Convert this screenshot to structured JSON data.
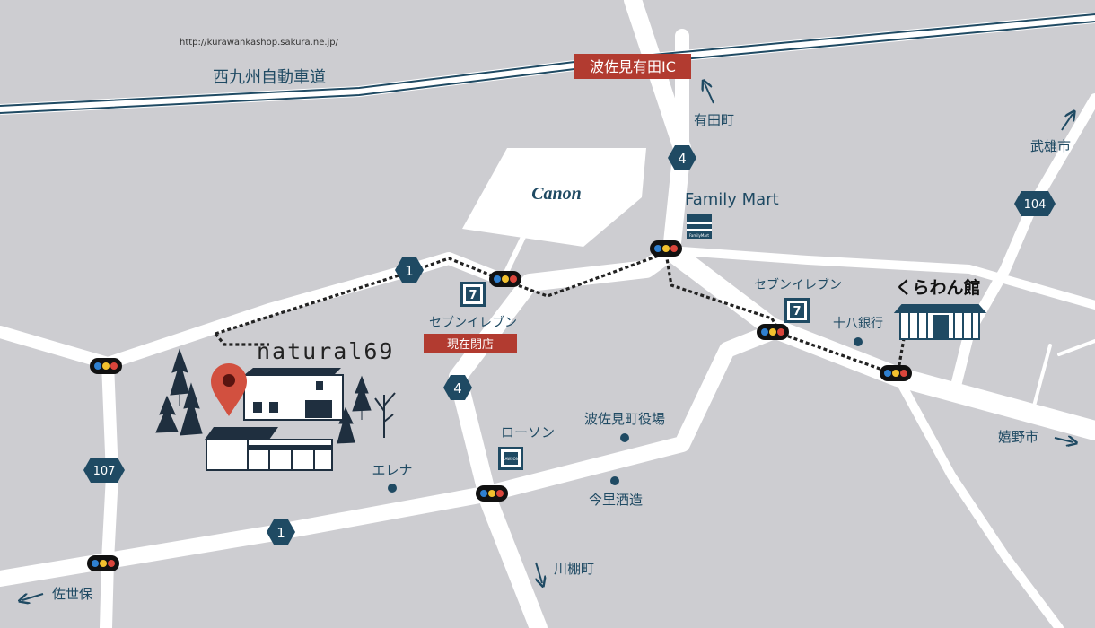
{
  "url": "http://kurawankashop.sakura.ne.jp/",
  "expressway": "西九州自動車道",
  "interchange": "波佐見有田IC",
  "directions": {
    "arita": "有田町",
    "takeo": "武雄市",
    "ureshino": "嬉野市",
    "kawatana": "川棚町",
    "sasebo": "佐世保"
  },
  "routes": {
    "r4_top": "4",
    "r4_mid": "4",
    "r1_top": "1",
    "r1_bottom": "1",
    "r104": "104",
    "r107": "107"
  },
  "places": {
    "canon": "Canon",
    "familymart": "Family Mart",
    "familymart_sign": "FamilyMart",
    "seven1": "セブンイレブン",
    "seven1_status": "現在閉店",
    "seven2": "セブンイレブン",
    "kurawankan": "くらわん館",
    "bank": "十八銀行",
    "lawson": "ローソン",
    "lawson_sign": "LAWSON",
    "townhall": "波佐見町役場",
    "imari_sake": "今里酒造",
    "elena": "エレナ",
    "natural69": "natural69"
  },
  "colors": {
    "background": "#cdcdd1",
    "road": "#ffffff",
    "navy": "#1f4a63",
    "marker_red": "#c0392b",
    "ic_badge": "#b23b30"
  }
}
